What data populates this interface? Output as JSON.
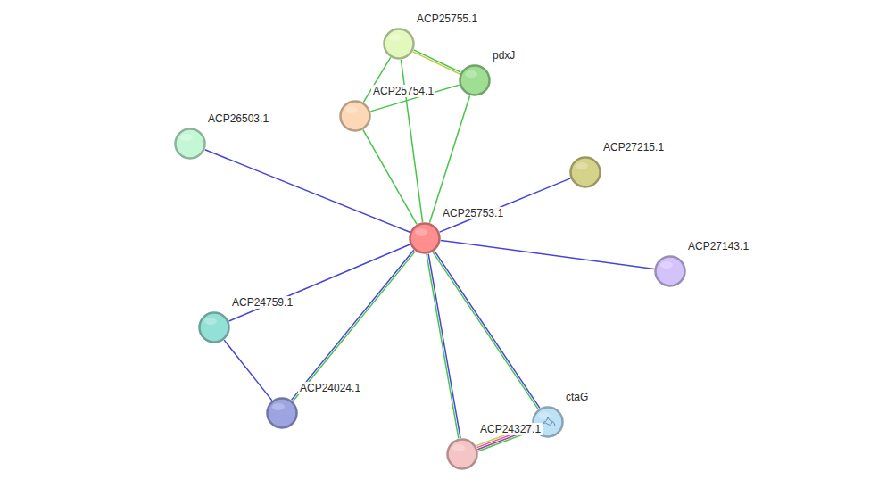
{
  "diagram": {
    "nodes": [
      {
        "text": [
          "ACP25755.1"
        ]
      },
      {
        "text": [
          "pdxJ"
        ]
      },
      {
        "text": [
          "ACP25754.1"
        ]
      },
      {
        "text": [
          "ACP26503.1"
        ]
      },
      {
        "text": [
          "ACP27215.1"
        ]
      },
      {
        "text": [
          "ACP25753.1"
        ]
      },
      {
        "text": [
          "ACP27143.1"
        ]
      },
      {
        "text": [
          "ACP24759.1"
        ]
      },
      {
        "text": [
          "ACP24024.1"
        ]
      },
      {
        "text": [
          "ctaG"
        ]
      },
      {
        "text": [
          "ACP24327.1"
        ]
      }
    ],
    "edges": [
      {
        "from": 0,
        "to": 1,
        "arrow": "none"
      },
      {
        "from": 0,
        "to": 2,
        "arrow": "none"
      },
      {
        "from": 2,
        "to": 1,
        "arrow": "none"
      },
      {
        "from": 0,
        "to": 5,
        "arrow": "none"
      },
      {
        "from": 2,
        "to": 5,
        "arrow": "none"
      },
      {
        "from": 1,
        "to": 5,
        "arrow": "none"
      },
      {
        "from": 3,
        "to": 5,
        "arrow": "none"
      },
      {
        "from": 5,
        "to": 4,
        "arrow": "none"
      },
      {
        "from": 5,
        "to": 6,
        "arrow": "none"
      },
      {
        "from": 7,
        "to": 5,
        "arrow": "none"
      },
      {
        "from": 7,
        "to": 8,
        "arrow": "none"
      },
      {
        "from": 8,
        "to": 5,
        "arrow": "none"
      },
      {
        "from": 5,
        "to": 10,
        "arrow": "none"
      },
      {
        "from": 5,
        "to": 9,
        "arrow": "none"
      },
      {
        "from": 10,
        "to": 9,
        "arrow": "none"
      }
    ]
  }
}
